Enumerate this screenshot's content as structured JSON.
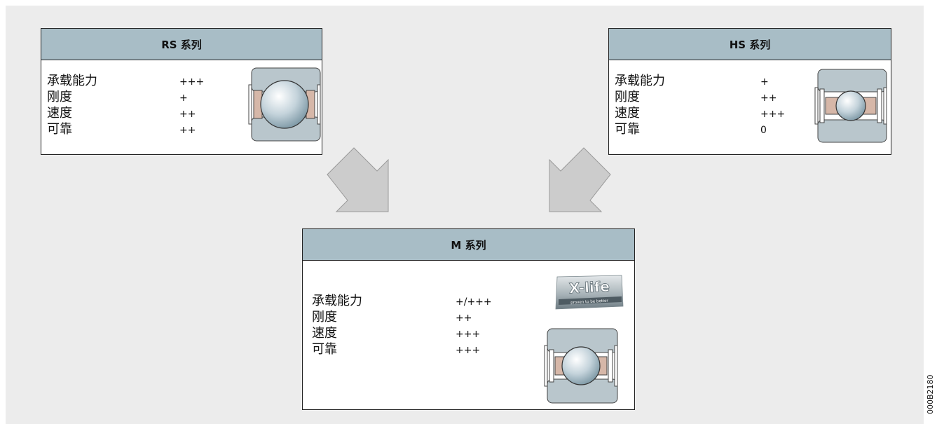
{
  "cards": {
    "rs": {
      "title": "RS 系列",
      "rows": [
        {
          "label": "承载能力",
          "rating": "+++"
        },
        {
          "label": "刚度",
          "rating": "+"
        },
        {
          "label": "速度",
          "rating": "++"
        },
        {
          "label": "可靠",
          "rating": "++"
        }
      ]
    },
    "hs": {
      "title": "HS 系列",
      "rows": [
        {
          "label": "承载能力",
          "rating": "+"
        },
        {
          "label": "刚度",
          "rating": "++"
        },
        {
          "label": "速度",
          "rating": "+++"
        },
        {
          "label": "可靠",
          "rating": "0"
        }
      ]
    },
    "m": {
      "title": "M 系列",
      "rows": [
        {
          "label": "承载能力",
          "rating": "+/+++"
        },
        {
          "label": "刚度",
          "rating": "++"
        },
        {
          "label": "速度",
          "rating": "+++"
        },
        {
          "label": "可靠",
          "rating": "+++"
        }
      ],
      "logo": {
        "brand": "X-life",
        "tagline": "proven to be better"
      }
    }
  },
  "doc_code": "000B2180",
  "colors": {
    "background": "#ececec",
    "header": "#a8bdc6",
    "arrow": "#cccccc",
    "bearing_ring": "#b9c6cc",
    "cage": "#d6b7a8"
  }
}
